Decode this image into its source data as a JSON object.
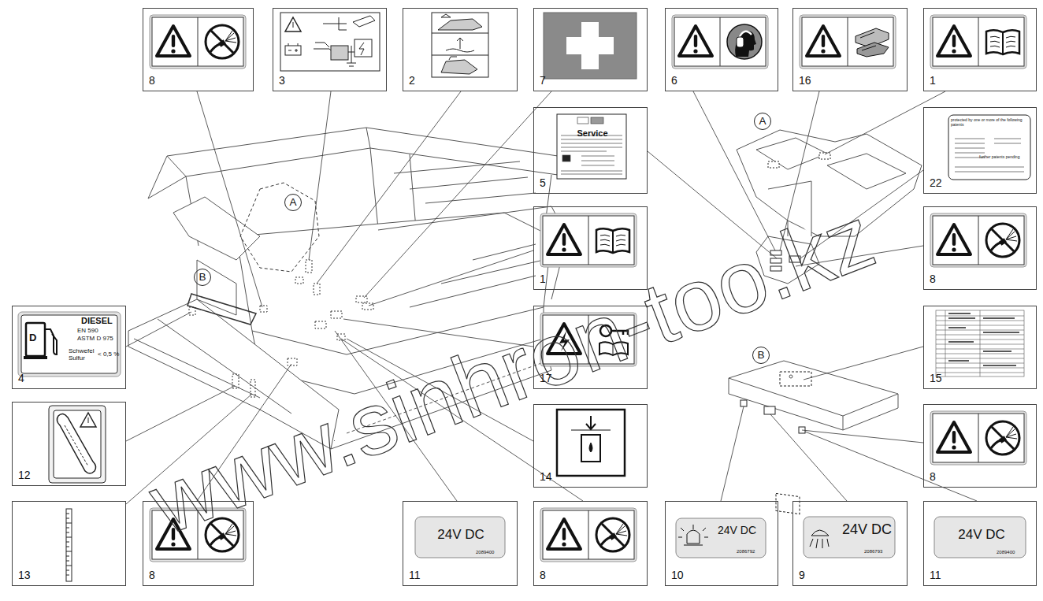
{
  "diagram": {
    "nodes": [
      {
        "text": [
          "8"
        ]
      },
      {
        "text": [
          "3"
        ]
      },
      {
        "text": [
          "2"
        ]
      },
      {
        "text": [
          "7"
        ]
      },
      {
        "text": [
          "6"
        ]
      },
      {
        "text": [
          "16"
        ]
      },
      {
        "text": [
          "1"
        ]
      },
      {
        "text": [
          "Service",
          "5"
        ]
      },
      {
        "text": [
          "protected by one or more of the following patents",
          "further patents pending",
          "22"
        ]
      },
      {
        "text": [
          "A"
        ]
      },
      {
        "text": [
          "A"
        ]
      },
      {
        "text": [
          "1"
        ]
      },
      {
        "text": [
          "8"
        ]
      },
      {
        "text": [
          "B"
        ]
      },
      {
        "text": [
          "D",
          "DIESEL",
          "EN 590",
          "ASTM D 975",
          "Schwefel Sulfur",
          "< 0,5 %",
          "4"
        ]
      },
      {
        "text": [
          "17"
        ]
      },
      {
        "text": [
          "15"
        ]
      },
      {
        "text": [
          "B"
        ]
      },
      {
        "text": [
          "14"
        ]
      },
      {
        "text": [
          "8"
        ]
      },
      {
        "text": [
          "12"
        ]
      },
      {
        "text": [
          "13"
        ]
      },
      {
        "text": [
          "8"
        ]
      },
      {
        "text": [
          "24V DC",
          "2089400",
          "11"
        ]
      },
      {
        "text": [
          "8"
        ]
      },
      {
        "text": [
          "24V DC",
          "2086792",
          "10"
        ]
      },
      {
        "text": [
          "24V DC",
          "2086793",
          "9"
        ]
      },
      {
        "text": [
          "24V DC",
          "2089400",
          "11"
        ]
      }
    ],
    "labels": [
      "www.sinhron-too.kz"
    ]
  }
}
